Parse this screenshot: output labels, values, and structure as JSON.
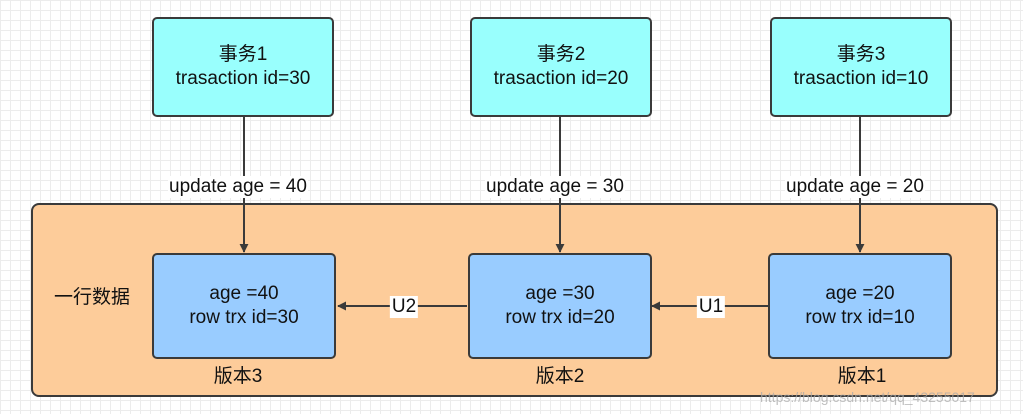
{
  "transactions": [
    {
      "title": "事务1",
      "id_text": "trasaction id=30",
      "update_text": "update age = 40"
    },
    {
      "title": "事务2",
      "id_text": "trasaction id=20",
      "update_text": "update age = 30"
    },
    {
      "title": "事务3",
      "id_text": "trasaction id=10",
      "update_text": "update age = 20"
    }
  ],
  "row_label": "一行数据",
  "versions": [
    {
      "age_text": "age =40",
      "trx_text": "row trx  id=30",
      "label": "版本3"
    },
    {
      "age_text": "age =30",
      "trx_text": "row trx  id=20",
      "label": "版本2"
    },
    {
      "age_text": "age =20",
      "trx_text": "row trx  id=10",
      "label": "版本1"
    }
  ],
  "undo_links": [
    {
      "label": "U2"
    },
    {
      "label": "U1"
    }
  ],
  "watermark": "https://blog.csdn.net/qq_43255017",
  "colors": {
    "transaction_fill": "#99fffd",
    "version_fill": "#99ccff",
    "region_fill": "#fdcc9a",
    "stroke": "#3a3a3a"
  }
}
